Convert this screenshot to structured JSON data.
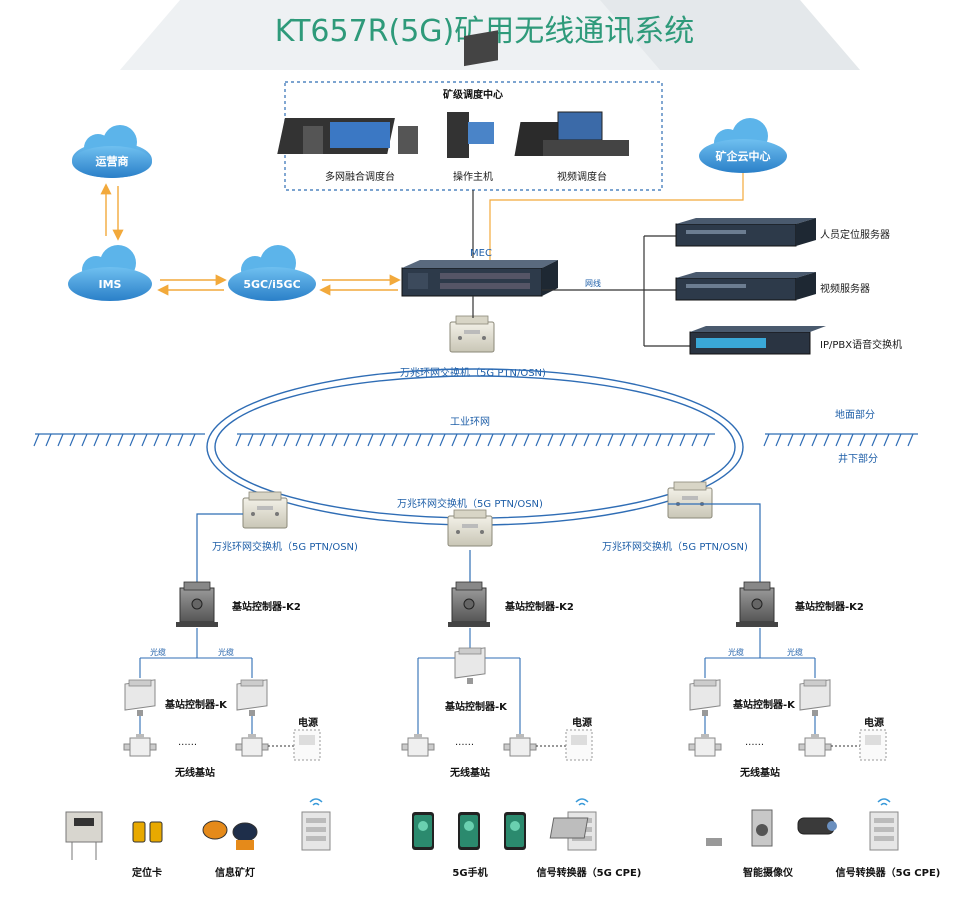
{
  "title": "KT657R(5G)矿用无线通讯系统",
  "dispatch_center": {
    "title": "矿级调度中心",
    "devices": [
      "多网融合调度台",
      "操作主机",
      "视频调度台"
    ]
  },
  "clouds": {
    "operator": "运营商",
    "ims": "IMS",
    "core": "5GC/i5GC",
    "mine_cloud": "矿企云中心"
  },
  "mec": "MEC",
  "network_cable": "网线",
  "servers": [
    "人员定位服务器",
    "视频服务器",
    "IP/PBX语音交换机"
  ],
  "ring_switch": "万兆环网交换机（5G PTN/OSN)",
  "industrial_ring": "工业环网",
  "surface": "地面部分",
  "underground": "井下部分",
  "branches": {
    "left": {
      "switch": "万兆环网交换机（5G PTN/OSN)",
      "controller_k2": "基站控制器-K2",
      "fiber": [
        "光缆",
        "光缆"
      ],
      "controller_k": "基站控制器-K",
      "power": "电源",
      "dots": "······",
      "station": "无线基站",
      "terminals": [
        "定位卡",
        "信息矿灯"
      ]
    },
    "middle": {
      "switch": "万兆环网交换机（5G PTN/OSN)",
      "controller_k2": "基站控制器-K2",
      "controller_k": "基站控制器-K",
      "power": "电源",
      "dots": "······",
      "station": "无线基站",
      "terminals": [
        "5G手机",
        "信号转换器（5G CPE)"
      ]
    },
    "right": {
      "switch": "万兆环网交换机（5G PTN/OSN)",
      "controller_k2": "基站控制器-K2",
      "fiber": [
        "光缆",
        "光缆"
      ],
      "controller_k": "基站控制器-K",
      "power": "电源",
      "dots": "······",
      "station": "无线基站",
      "terminals": [
        "智能摄像仪",
        "信号转换器（5G CPE)"
      ]
    }
  },
  "colors": {
    "title": "#2e9a7a",
    "cloud": "#3a9ad9",
    "link_orange": "#f2a93b",
    "ring_blue": "#2f6db5",
    "line_dark": "#333333"
  }
}
